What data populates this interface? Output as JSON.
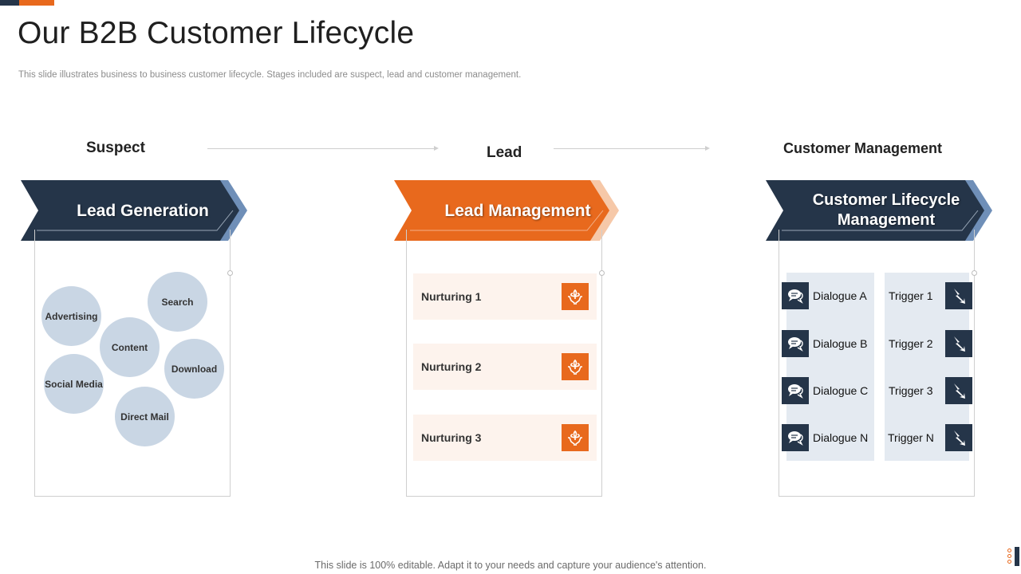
{
  "header": {
    "title": "Our B2B Customer Lifecycle",
    "subtitle": "This slide illustrates business to business customer lifecycle. Stages included are suspect, lead and customer management."
  },
  "stages": [
    {
      "label": "Suspect",
      "banner": "Lead Generation"
    },
    {
      "label": "Lead",
      "banner": "Lead Management"
    },
    {
      "label": "Customer Management",
      "banner": "Customer Lifecycle Management"
    }
  ],
  "lead_generation": {
    "bubbles": [
      "Advertising",
      "Search",
      "Content",
      "Download",
      "Social Media",
      "Direct Mail"
    ]
  },
  "lead_management": {
    "items": [
      "Nurturing 1",
      "Nurturing 2",
      "Nurturing 3"
    ],
    "icon": "hands-plant-icon"
  },
  "customer_management": {
    "dialogues": [
      "Dialogue A",
      "Dialogue B",
      "Dialogue C",
      "Dialogue N"
    ],
    "triggers": [
      "Trigger 1",
      "Trigger 2",
      "Trigger 3",
      "Trigger N"
    ],
    "dialogue_icon": "chat-bubbles-icon",
    "trigger_icon": "lightning-icon"
  },
  "footer": {
    "note": "This slide is 100% editable. Adapt it to your needs and capture your audience's attention."
  },
  "colors": {
    "navy": "#253549",
    "orange": "#e8691d",
    "bubble": "#c9d6e4",
    "nurture_bg": "#fdf3ed",
    "cm_bg": "#e4eaf1"
  }
}
